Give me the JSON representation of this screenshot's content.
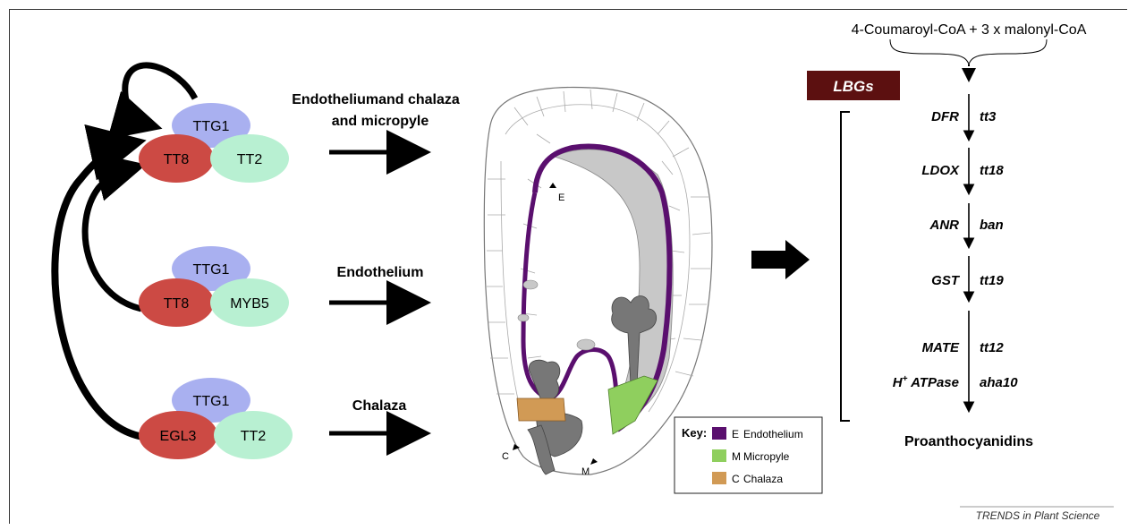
{
  "complexes": [
    {
      "top": "TTG1",
      "left": "TT8",
      "right": "TT2",
      "target": "Endotheliumand chalaza\nand micropyle"
    },
    {
      "top": "TTG1",
      "left": "TT8",
      "right": "MYB5",
      "target": "Endothelium"
    },
    {
      "top": "TTG1",
      "left": "EGL3",
      "right": "TT2",
      "target": "Chalaza"
    }
  ],
  "labels": {
    "target1_line1": "Endotheliumand chalaza",
    "target1_line2": "and micropyle",
    "target2": "Endothelium",
    "target3": "Chalaza",
    "marker_e": "E",
    "marker_m": "M",
    "marker_c": "C"
  },
  "key": {
    "title": "Key:",
    "items": [
      {
        "code": "E",
        "name": "Endothelium",
        "color": "#5a0f6e"
      },
      {
        "code": "M",
        "name": "Micropyle",
        "color": "#8fcf5e"
      },
      {
        "code": "C",
        "name": "Chalaza",
        "color": "#d19a55"
      }
    ]
  },
  "pathway": {
    "substrate": "4-Coumaroyl-CoA + 3 x malonyl-CoA",
    "lbg_badge": "LBGs",
    "steps": [
      {
        "enzyme": "DFR",
        "gene": "tt3"
      },
      {
        "enzyme": "LDOX",
        "gene": "tt18"
      },
      {
        "enzyme": "ANR",
        "gene": "ban"
      },
      {
        "enzyme": "GST",
        "gene": "tt19"
      },
      {
        "enzyme": "MATE",
        "gene": "tt12"
      },
      {
        "enzyme_prefix": "H",
        "enzyme_sup": "+",
        "enzyme_rest": " ATPase",
        "gene": "aha10"
      }
    ],
    "product": "Proanthocyanidins"
  },
  "credit": "TRENDS in Plant Science",
  "colors": {
    "ttg1": "#a9b0f0",
    "tt8": "#cc4a44",
    "tt2": "#b8f0d2",
    "lbg": "#5c1010",
    "endothelium": "#5a0f6e",
    "micropyle": "#8fcf5e",
    "chalaza": "#d19a55"
  }
}
